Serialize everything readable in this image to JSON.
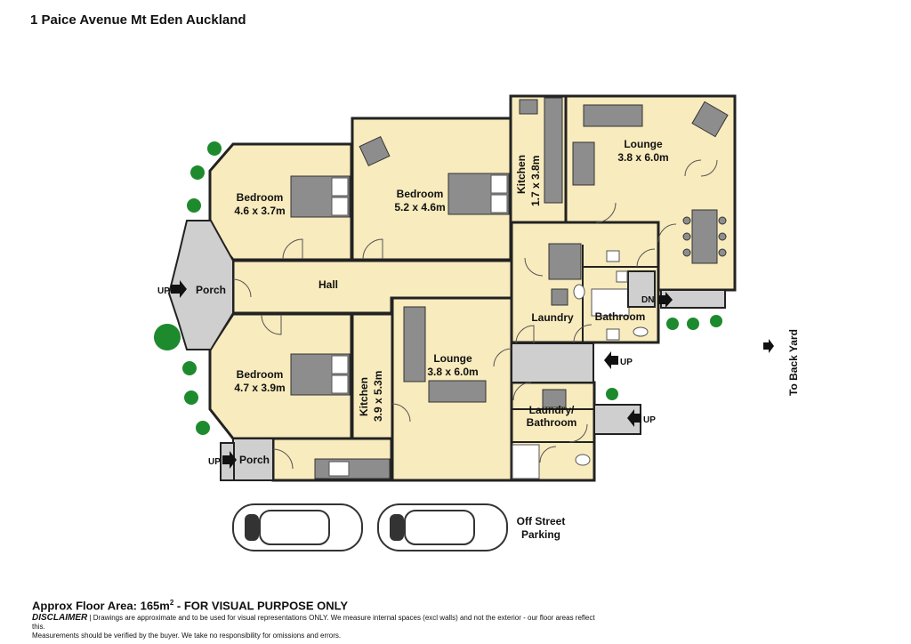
{
  "title": "1 Paice Avenue Mt Eden Auckland",
  "rooms": {
    "bedroom1_name": "Bedroom",
    "bedroom1_size": "4.6 x 3.7m",
    "bedroom2_name": "Bedroom",
    "bedroom2_size": "5.2 x 4.6m",
    "bedroom3_name": "Bedroom",
    "bedroom3_size": "4.7 x 3.9m",
    "kitchen1_name": "Kitchen",
    "kitchen1_size": "1.7 x 3.8m",
    "kitchen2_name": "Kitchen",
    "kitchen2_size": "3.9 x 5.3m",
    "lounge1_name": "Lounge",
    "lounge1_size": "3.8 x 6.0m",
    "lounge2_name": "Lounge",
    "lounge2_size": "3.8 x 6.0m",
    "hall": "Hall",
    "porch1": "Porch",
    "porch2": "Porch",
    "laundry": "Laundry",
    "bathroom": "Bathroom",
    "laundry_bath_1": "Laundry/",
    "laundry_bath_2": "Bathroom"
  },
  "markers": {
    "up1": "UP",
    "up2": "UP",
    "up3": "UP",
    "up4": "UP",
    "dn": "DN"
  },
  "parking_1": "Off Street",
  "parking_2": "Parking",
  "back_yard": "To Back Yard",
  "footer": {
    "area_prefix": "Approx Floor Area: 165m",
    "area_sup": "2",
    "area_suffix": " - FOR VISUAL PURPOSE ONLY",
    "disclaimer_label": "DISCLAIMER",
    "disclaimer_text": " | Drawings are approximate and to be used for visual representations ONLY. We measure internal spaces (excl walls) and not the exterior - our floor areas reflect this.",
    "disclaimer_line2": "Measurements should be verified by the buyer. We take no responsibility for omissions and errors."
  },
  "colors": {
    "room_fill": "#f8ebbd",
    "wall": "#222222",
    "porch_fill": "#cfcfcf",
    "tree": "#1e8a2e"
  }
}
